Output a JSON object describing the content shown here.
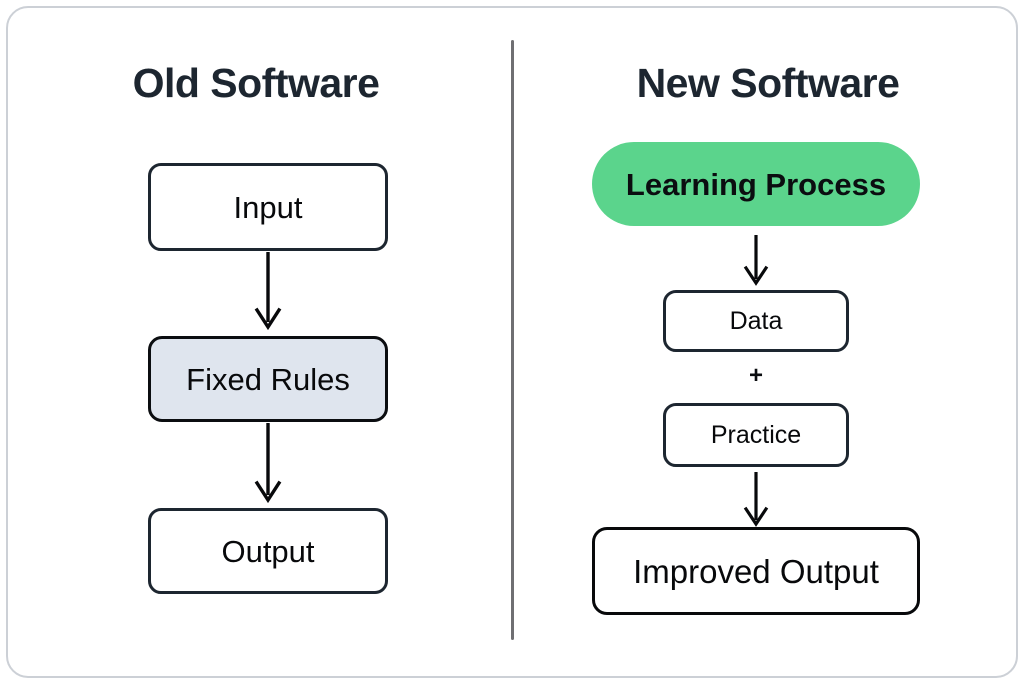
{
  "card": {
    "border_color": "#ccd0d6",
    "background": "#ffffff"
  },
  "divider": {
    "name": "vertical-divider",
    "color": "#6f6f72"
  },
  "columns": [
    {
      "id": "old-software",
      "title": "Old Software",
      "title_color": "#1d2630",
      "nodes": [
        {
          "id": "input",
          "label": "Input",
          "fill": "#ffffff",
          "stroke": "#1d2630"
        },
        {
          "id": "fixed-rules",
          "label": "Fixed Rules",
          "fill": "#dfe5ee",
          "stroke": "#0b0d10"
        },
        {
          "id": "output",
          "label": "Output",
          "fill": "#ffffff",
          "stroke": "#1d2630"
        }
      ],
      "connectors": [
        {
          "id": "input-to-fixed-rules",
          "type": "arrow-down"
        },
        {
          "id": "fixed-rules-to-output",
          "type": "arrow-down"
        }
      ]
    },
    {
      "id": "new-software",
      "title": "New Software",
      "title_color": "#1d2630",
      "nodes": [
        {
          "id": "learning-process",
          "label": "Learning Process",
          "fill": "#5bd48c",
          "stroke": "none"
        },
        {
          "id": "data",
          "label": "Data",
          "fill": "#ffffff",
          "stroke": "#1d2630"
        },
        {
          "id": "practice",
          "label": "Practice",
          "fill": "#ffffff",
          "stroke": "#1d2630"
        },
        {
          "id": "improved-output",
          "label": "Improved Output",
          "fill": "#ffffff",
          "stroke": "#08090b"
        }
      ],
      "operators": [
        {
          "id": "data-plus-practice",
          "label": "+"
        }
      ],
      "connectors": [
        {
          "id": "learning-to-data",
          "type": "arrow-down"
        },
        {
          "id": "practice-to-improved",
          "type": "arrow-down"
        }
      ]
    }
  ]
}
